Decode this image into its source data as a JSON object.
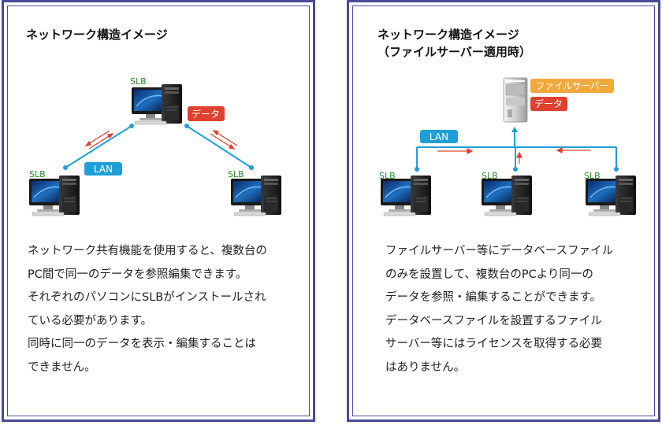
{
  "left_panel": {
    "title": "ネットワーク構造イメージ",
    "nodes": [
      "SLB",
      "SLB",
      "SLB"
    ],
    "lan_label": "LAN",
    "data_label": "データ",
    "body_lines": [
      "ネットワーク共有機能を使用すると、複数台の",
      "PC間で同一のデータを参照編集できます。",
      "それぞれのパソコンにSLBがインストールされ",
      "ている必要があります。",
      "同時に同一のデータを表示・編集することは",
      "できません。"
    ]
  },
  "right_panel": {
    "title_line1": "ネットワーク構造イメージ",
    "title_line2": "（ファイルサーバー適用時）",
    "server_label": "ファイルサーバー",
    "data_label": "データ",
    "lan_label": "LAN",
    "nodes": [
      "SLB",
      "SLB",
      "SLB"
    ],
    "body_lines": [
      "ファイルサーバー等にデータベースファイル",
      "のみを設置して、複数台のPCより同一の",
      "データを参照・編集することができます。",
      "データベースファイルを設置するファイル",
      "サーバー等にはライセンスを取得する必要",
      "はありません。"
    ]
  },
  "colors": {
    "border": "#4a4a9a",
    "lan_blue": "#1f9fd8",
    "data_red": "#e04030",
    "server_orange": "#f2a93b",
    "node_label_green": "#2a8a2a"
  }
}
